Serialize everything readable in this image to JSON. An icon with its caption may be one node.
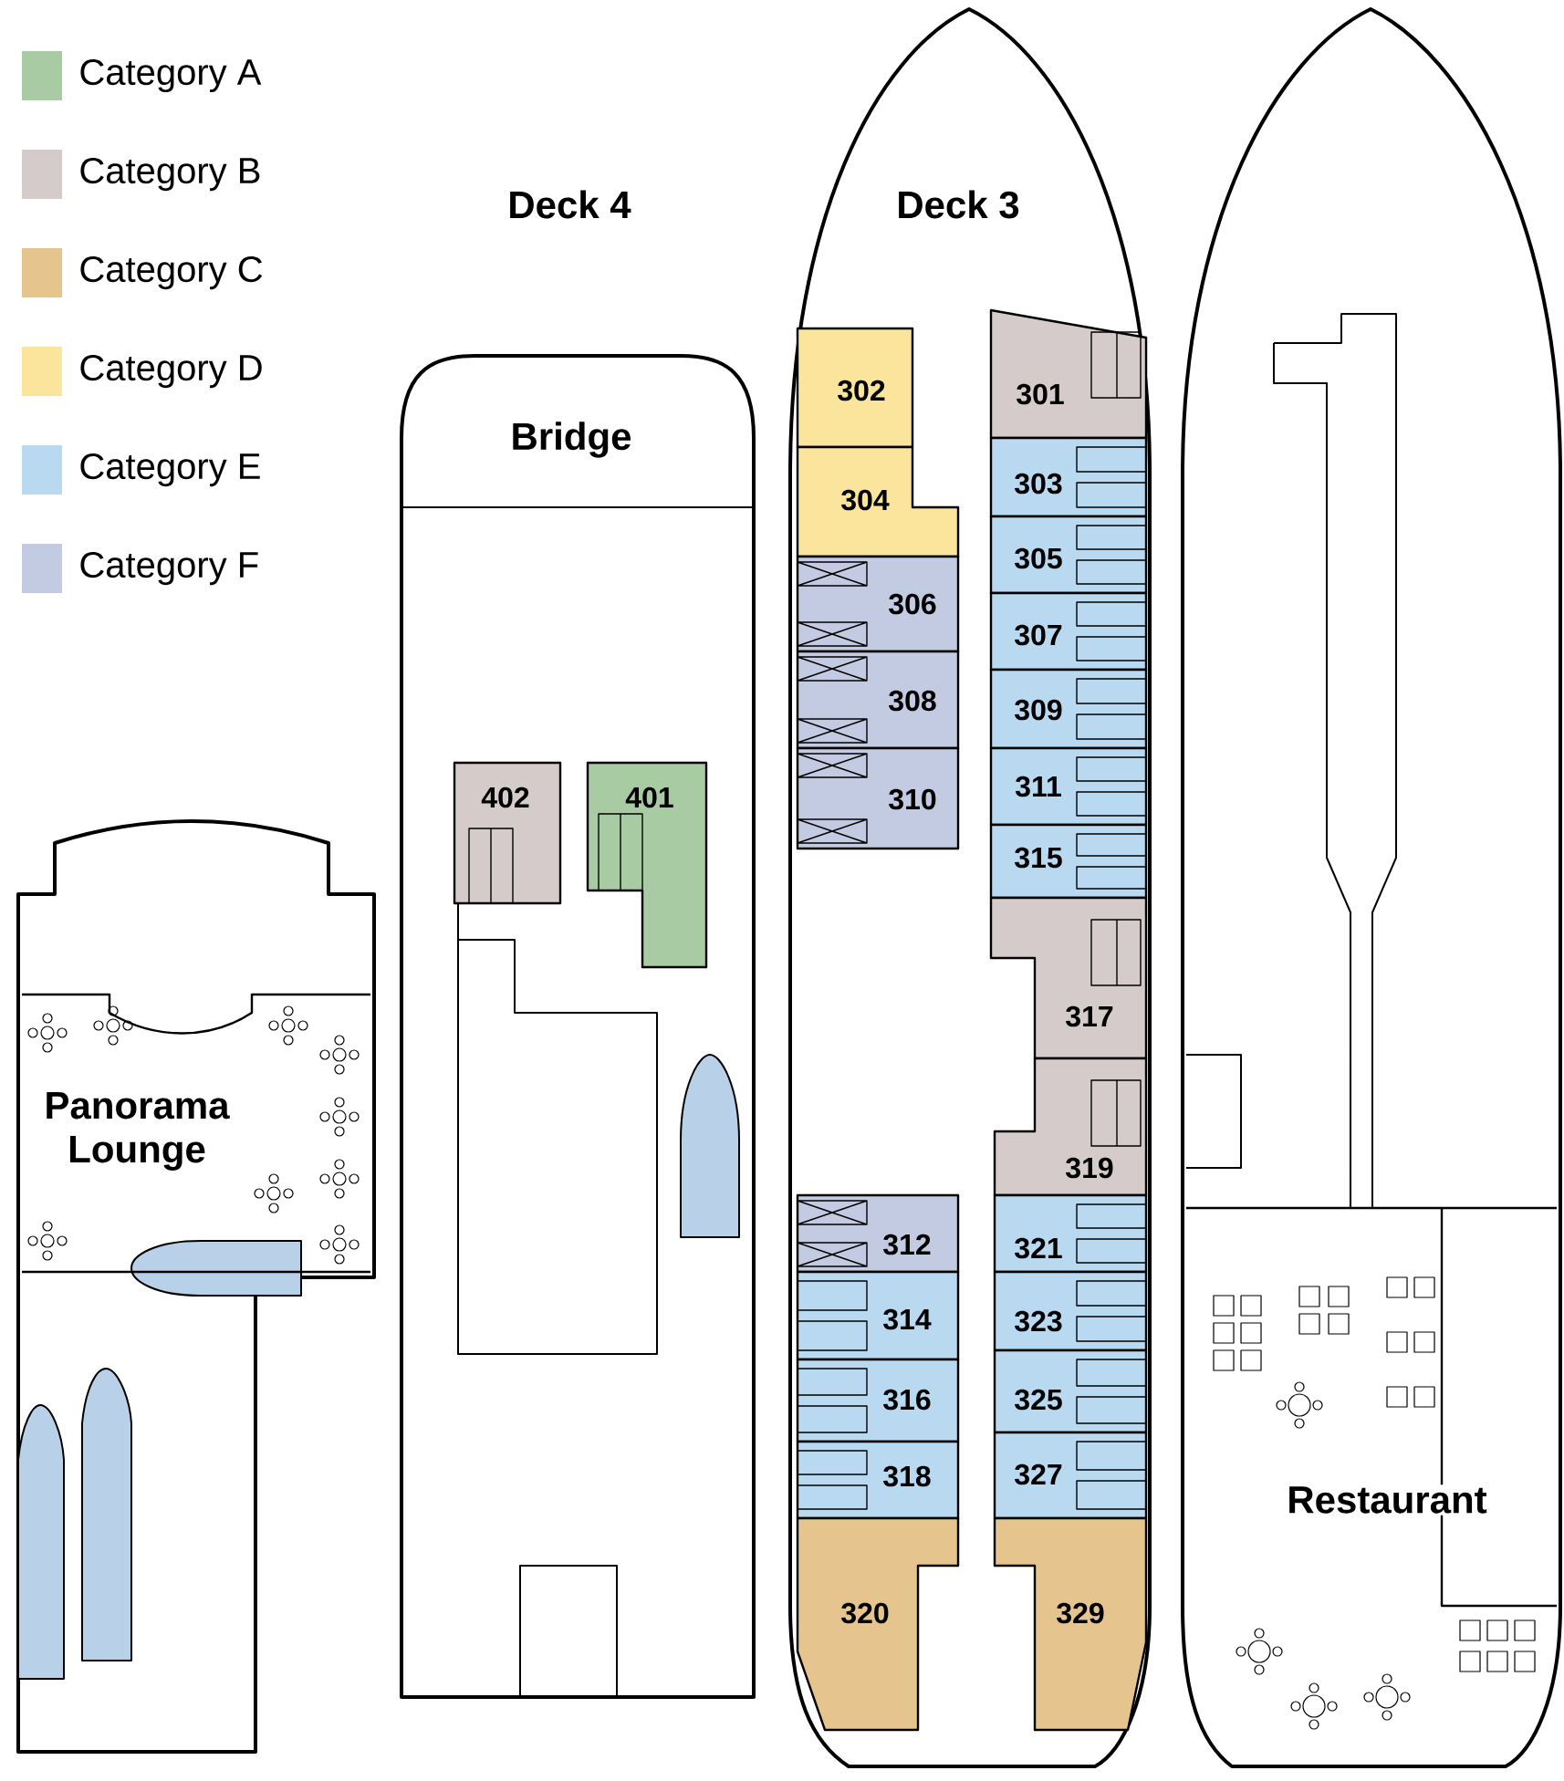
{
  "diagram": {
    "nodes": [
      {
        "text": [
          "Deck 4"
        ]
      },
      {
        "text": [
          "Bridge"
        ],
        "in": 0
      },
      {
        "text": [
          "402"
        ],
        "in": 0
      },
      {
        "text": [
          "401"
        ],
        "in": 0
      },
      {
        "text": [
          "Deck 3"
        ]
      },
      {
        "text": [
          "302"
        ],
        "in": 4
      },
      {
        "text": [
          "301"
        ],
        "in": 4
      },
      {
        "text": [
          "304"
        ],
        "in": 4
      },
      {
        "text": [
          "303"
        ],
        "in": 4
      },
      {
        "text": [
          "305"
        ],
        "in": 4
      },
      {
        "text": [
          "306"
        ],
        "in": 4
      },
      {
        "text": [
          "307"
        ],
        "in": 4
      },
      {
        "text": [
          "308"
        ],
        "in": 4
      },
      {
        "text": [
          "309"
        ],
        "in": 4
      },
      {
        "text": [
          "310"
        ],
        "in": 4
      },
      {
        "text": [
          "311"
        ],
        "in": 4
      },
      {
        "text": [
          "315"
        ],
        "in": 4
      },
      {
        "text": [
          "317"
        ],
        "in": 4
      },
      {
        "text": [
          "319"
        ],
        "in": 4
      },
      {
        "text": [
          "312"
        ],
        "in": 4
      },
      {
        "text": [
          "321"
        ],
        "in": 4
      },
      {
        "text": [
          "314"
        ],
        "in": 4
      },
      {
        "text": [
          "323"
        ],
        "in": 4
      },
      {
        "text": [
          "316"
        ],
        "in": 4
      },
      {
        "text": [
          "325"
        ],
        "in": 4
      },
      {
        "text": [
          "318"
        ],
        "in": 4
      },
      {
        "text": [
          "327"
        ],
        "in": 4
      },
      {
        "text": [
          "320"
        ],
        "in": 4
      },
      {
        "text": [
          "329"
        ],
        "in": 4
      },
      {
        "text": [
          "Panorama Lounge"
        ]
      },
      {
        "text": [
          "Restaurant"
        ]
      }
    ],
    "legend": [
      {
        "text": "Category A",
        "color": "#a8cba3"
      },
      {
        "text": "Category B",
        "color": "#d6cbcb"
      },
      {
        "text": "Category C",
        "color": "#e5c48e"
      },
      {
        "text": "Category D",
        "color": "#fbe59c"
      },
      {
        "text": "Category E",
        "color": "#b8d9ef"
      },
      {
        "text": "Category F",
        "color": "#c2cbe2"
      }
    ]
  }
}
